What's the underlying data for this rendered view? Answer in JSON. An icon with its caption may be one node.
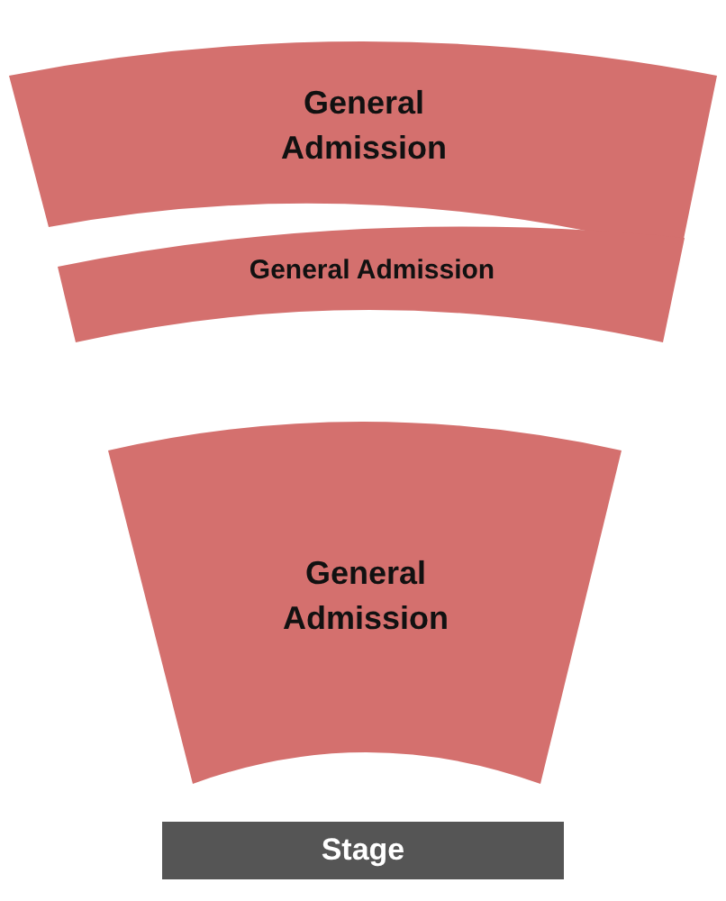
{
  "diagram": {
    "nodes": [
      {
        "text": [
          "General Admission"
        ]
      },
      {
        "text": [
          "General Admission"
        ]
      },
      {
        "text": [
          "General Admission"
        ]
      },
      {
        "text": [
          "Stage"
        ]
      }
    ]
  }
}
